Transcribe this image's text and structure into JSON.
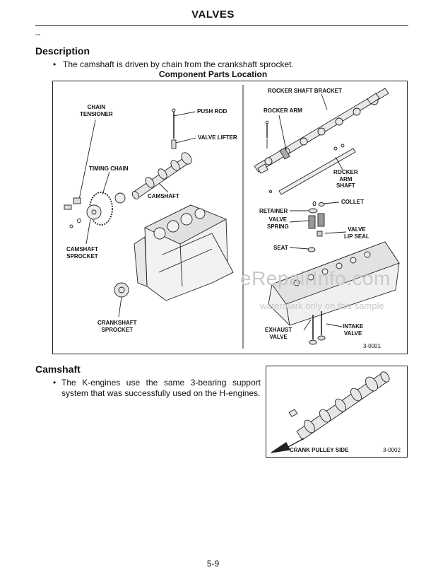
{
  "header": {
    "title": "VALVES",
    "marker": "--"
  },
  "description": {
    "heading": "Description",
    "bullet": "The camshaft is driven by chain from the crankshaft sprocket.",
    "figure_caption": "Component Parts Location"
  },
  "figure1": {
    "labels": {
      "chain_tensioner_1": "CHAIN",
      "chain_tensioner_2": "TENSIONER",
      "push_rod": "PUSH ROD",
      "valve_lifter": "VALVE LIFTER",
      "timing_chain": "TIMING CHAIN",
      "camshaft": "CAMSHAFT",
      "camshaft_sprocket_1": "CAMSHAFT",
      "camshaft_sprocket_2": "SPROCKET",
      "crankshaft_sprocket_1": "CRANKSHAFT",
      "crankshaft_sprocket_2": "SPROCKET",
      "rocker_shaft_bracket": "ROCKER SHAFT BRACKET",
      "rocker_arm": "ROCKER ARM",
      "rocker_arm_shaft_1": "ROCKER",
      "rocker_arm_shaft_2": "ARM",
      "rocker_arm_shaft_3": "SHAFT",
      "collet": "COLLET",
      "retainer": "RETAINER",
      "valve_spring_1": "VALVE",
      "valve_spring_2": "SPRING",
      "valve_lip_seal_1": "VALVE",
      "valve_lip_seal_2": "LIP SEAL",
      "seat": "SEAT",
      "exhaust_valve_1": "EXHAUST",
      "exhaust_valve_2": "VALVE",
      "intake_valve_1": "INTAKE",
      "intake_valve_2": "VALVE"
    },
    "ref": "3-0001"
  },
  "watermark": {
    "line1": "eRepairInfo.com",
    "line2": "watermark only on this sample"
  },
  "camshaft": {
    "heading": "Camshaft",
    "bullet": "The K-engines use the same 3-bearing support system that was successfully used on the H-engines."
  },
  "figure2": {
    "label": "CRANK PULLEY SIDE",
    "ref": "3-0002"
  },
  "footer": {
    "page": "5-9"
  }
}
